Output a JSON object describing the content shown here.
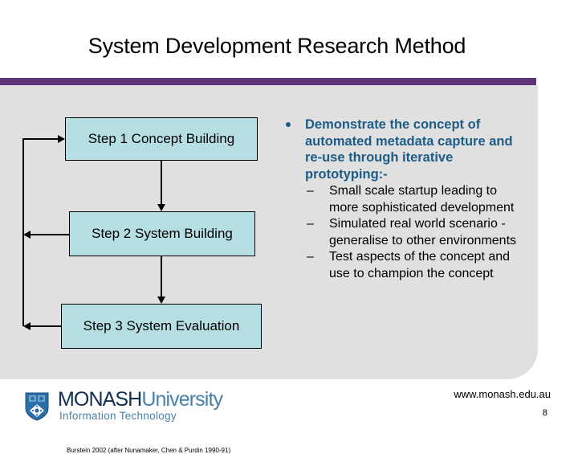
{
  "slide": {
    "title": "System Development Research Method",
    "accent_color": "#5E3579",
    "panel_color": "#E0E0E0",
    "number": "8"
  },
  "flowchart": {
    "box_fill": "#B6DFE4",
    "boxes": [
      {
        "label": "Step 1 Concept Building"
      },
      {
        "label": "Step 2 System Building"
      },
      {
        "label": "Step 3 System Evaluation"
      }
    ],
    "citation": "Burstein 2002 (after Nunamaker, Chen & Purdin 1990-91)"
  },
  "bullets": {
    "accent_color": "#1D5C86",
    "main": "Demonstrate the concept of automated metadata capture and re-use through iterative prototyping:-",
    "sub_marker": "–",
    "sub": [
      "Small scale startup leading to more sophisticated development",
      "Simulated real world scenario - generalise to other environments",
      "Test aspects of the concept and use to champion the concept"
    ]
  },
  "footer": {
    "logo_primary": "MONASH",
    "logo_secondary": "University",
    "logo_subtitle": "Information Technology",
    "url": "www.monash.edu.au"
  }
}
